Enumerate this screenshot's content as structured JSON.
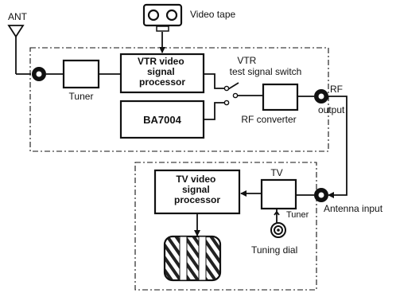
{
  "labels": {
    "ant": "ANT",
    "video_tape": "Video tape",
    "tuner_vtr": "Tuner",
    "vtr_processor": [
      "VTR video",
      "signal",
      "processor"
    ],
    "ba7004": "BA7004",
    "test_switch": [
      "VTR",
      "test signal switch"
    ],
    "rf_converter": "RF converter",
    "rf_output": [
      "RF",
      "output"
    ],
    "tv": "TV",
    "tv_processor": [
      "TV video",
      "signal",
      "processor"
    ],
    "tuner_tv": "Tuner",
    "antenna_input": "Antenna input",
    "tuning_dial": "Tuning dial"
  }
}
